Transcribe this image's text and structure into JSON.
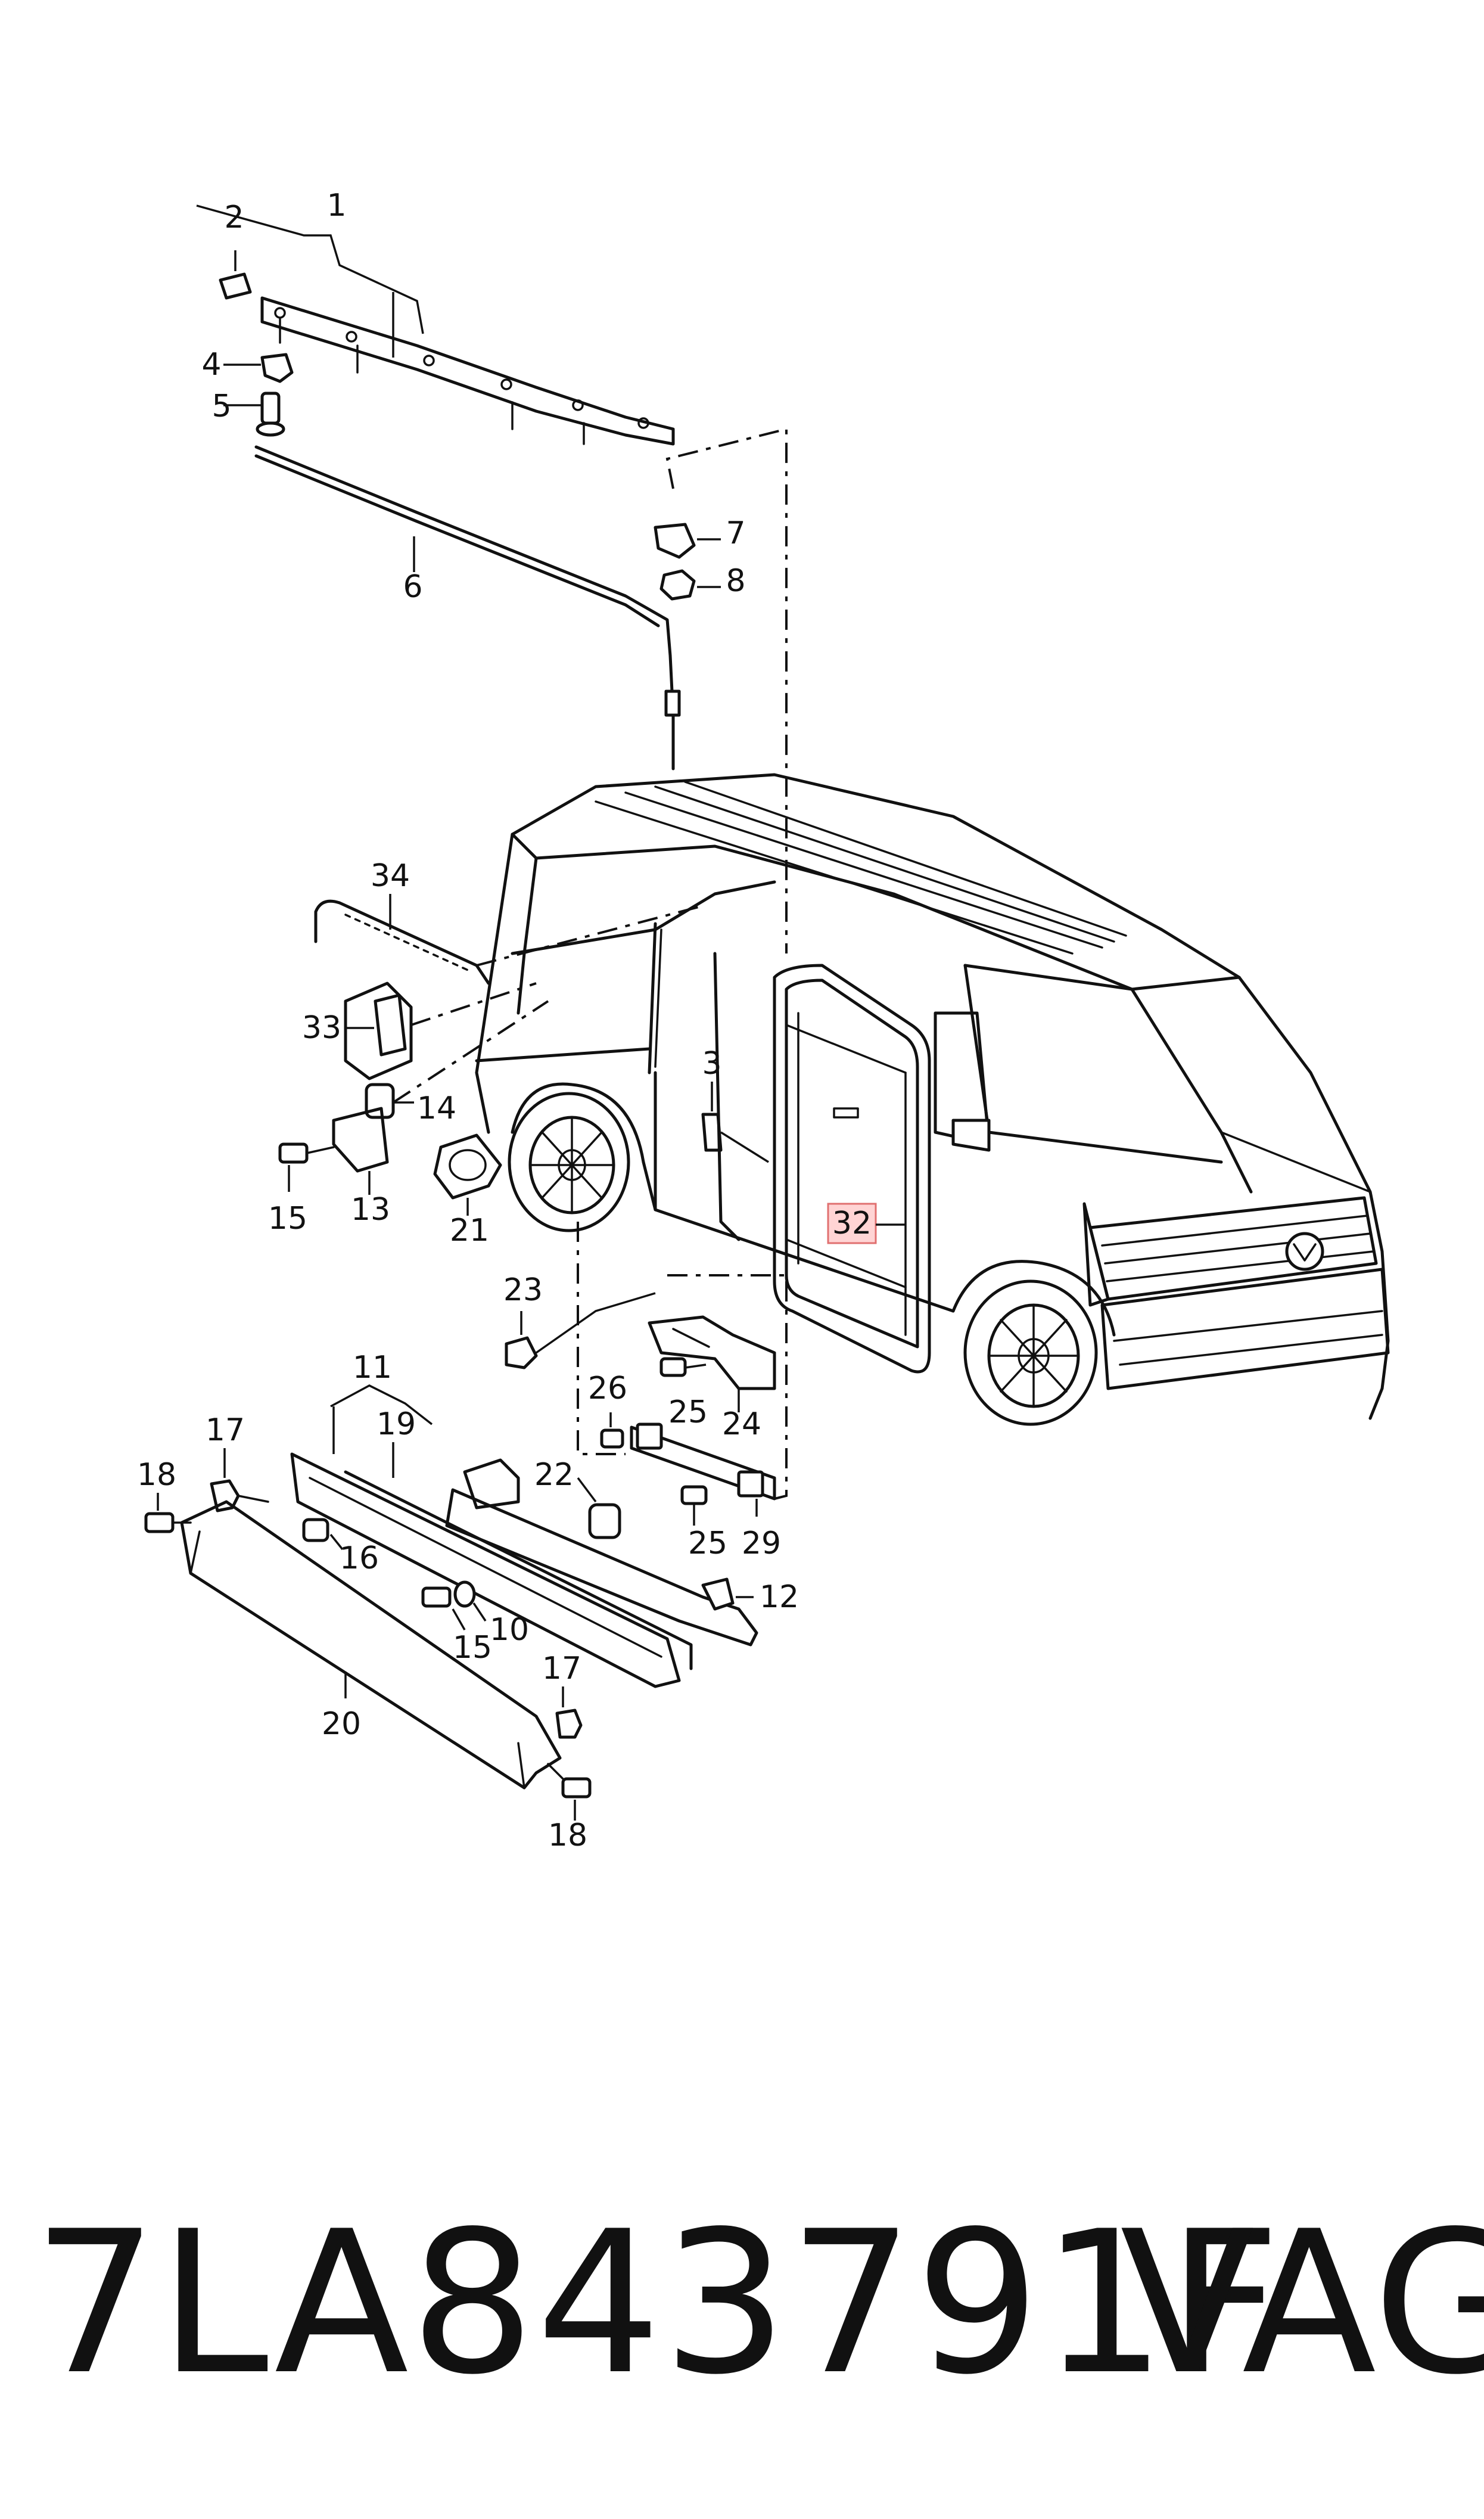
{
  "callouts": [
    {
      "id": "1",
      "label": "1"
    },
    {
      "id": "2",
      "label": "2"
    },
    {
      "id": "3",
      "label": "3"
    },
    {
      "id": "4",
      "label": "4"
    },
    {
      "id": "5",
      "label": "5"
    },
    {
      "id": "6",
      "label": "6"
    },
    {
      "id": "7",
      "label": "7"
    },
    {
      "id": "8",
      "label": "8"
    },
    {
      "id": "10",
      "label": "10"
    },
    {
      "id": "11",
      "label": "11"
    },
    {
      "id": "12",
      "label": "12"
    },
    {
      "id": "13",
      "label": "13"
    },
    {
      "id": "14",
      "label": "14"
    },
    {
      "id": "15a",
      "label": "15"
    },
    {
      "id": "15b",
      "label": "15"
    },
    {
      "id": "16",
      "label": "16"
    },
    {
      "id": "17a",
      "label": "17"
    },
    {
      "id": "17b",
      "label": "17"
    },
    {
      "id": "18a",
      "label": "18"
    },
    {
      "id": "18b",
      "label": "18"
    },
    {
      "id": "19",
      "label": "19"
    },
    {
      "id": "20",
      "label": "20"
    },
    {
      "id": "21",
      "label": "21"
    },
    {
      "id": "22",
      "label": "22"
    },
    {
      "id": "23",
      "label": "23"
    },
    {
      "id": "24",
      "label": "24"
    },
    {
      "id": "25a",
      "label": "25"
    },
    {
      "id": "25b",
      "label": "25"
    },
    {
      "id": "26",
      "label": "26"
    },
    {
      "id": "29",
      "label": "29"
    },
    {
      "id": "32",
      "label": "32",
      "highlighted": true
    },
    {
      "id": "33",
      "label": "33"
    },
    {
      "id": "34",
      "label": "34"
    }
  ],
  "highlight_color": "#ffd4d4",
  "footer": {
    "part_number": "7LA843791F",
    "brand": "VAG"
  }
}
